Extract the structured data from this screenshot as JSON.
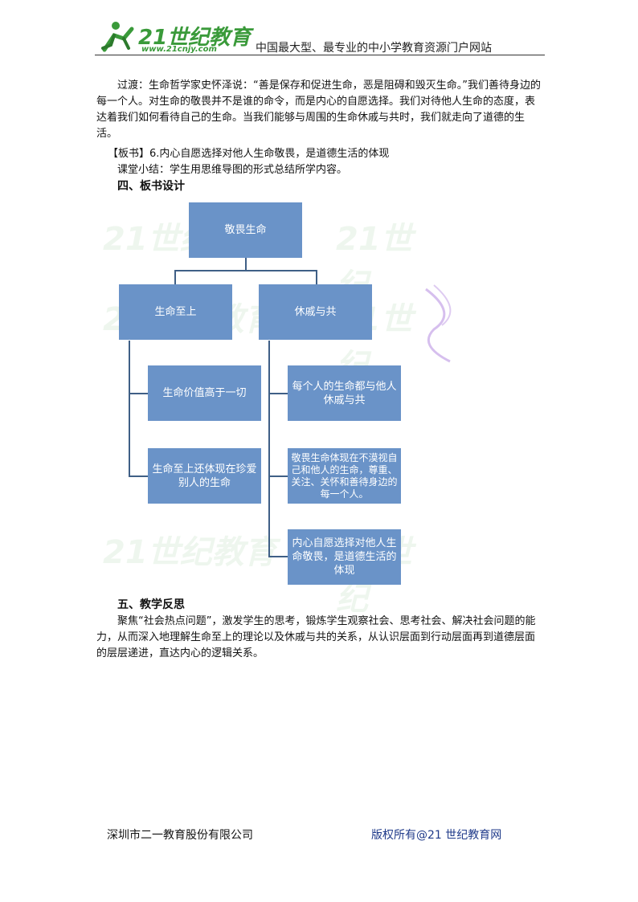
{
  "header": {
    "logo_text": "21世纪教育",
    "logo_url_text": "www.21cnjy.com",
    "slogan": "中国最大型、最专业的中小学教育资源门户网站"
  },
  "body": {
    "transition_paragraph": "过渡：生命哲学家史怀泽说：“善是保存和促进生命，恶是阻碍和毁灭生命。”我们善待身边的每一个人。对生命的敬畏并不是谁的命令，而是内心的自愿选择。我们对待他人生命的态度，表达着我们如何看待自己的生命。当我们能够与周围的生命休戚与共时，我们就走向了道德的生活。",
    "board_note": "【板书】6.内心自愿选择对他人生命敬畏，是道德生活的体现",
    "summary": "课堂小结：学生用思维导图的形式总结所学内容。",
    "section4_title": "四、板书设计",
    "section5_title": "五、教学反思",
    "reflection_paragraph": "聚焦“社会热点问题”，激发学生的思考，锻炼学生观察社会、思考社会、解决社会问题的能力，从而深入地理解生命至上的理论以及休戚与共的关系，从认识层面到行动层面再到道德层面的层层递进，直达内心的逻辑关系。"
  },
  "diagram": {
    "root": "敬畏生命",
    "branch_left": "生命至上",
    "branch_right": "休戚与共",
    "left_items": [
      "生命价值高于一切",
      "生命至上还体现在珍爱别人的生命"
    ],
    "right_items": [
      "每个人的生命都与他人休戚与共",
      "敬畏生命体现在不漠视自己和他人的生命，尊重、关注、关怀和善待身边的每一个人。",
      "内心自愿选择对他人生命敬畏，是道德生活的体现"
    ]
  },
  "footer": {
    "company": "深圳市二一教育股份有限公司",
    "copyright": "版权所有@21 世纪教育网"
  },
  "colors": {
    "box_fill": "#6a93c8",
    "connector": "#3f5f86",
    "logo_green": "#3a9a3a",
    "copyright_blue": "#1f3a8a"
  }
}
